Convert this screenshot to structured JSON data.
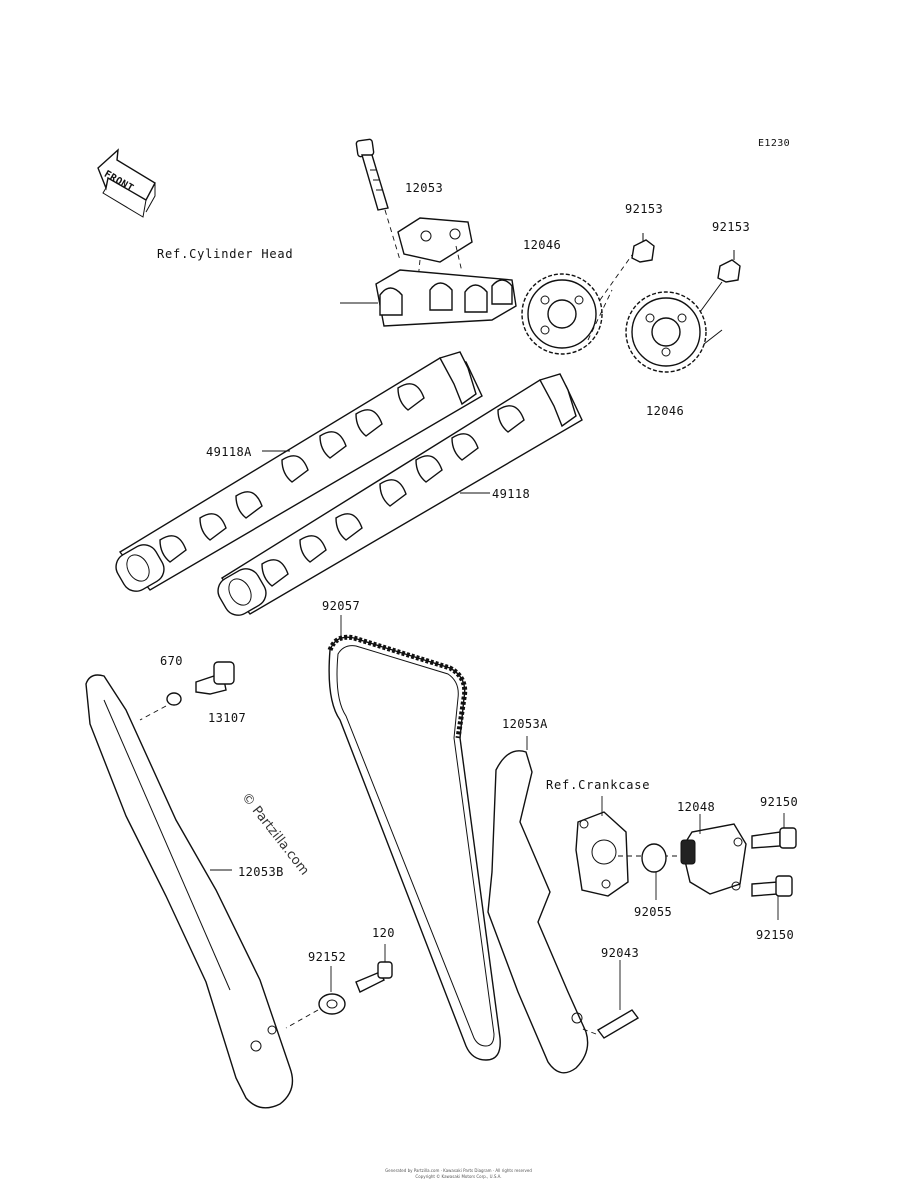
{
  "diagram": {
    "code": "E1230",
    "front_arrow": "FRONT",
    "refs": {
      "cylinder_head": "Ref.Cylinder Head",
      "crankcase": "Ref.Crankcase"
    },
    "parts": {
      "p12053": "12053",
      "p92153_a": "92153",
      "p92153_b": "92153",
      "p12046_a": "12046",
      "p12046_b": "12046",
      "p49118A": "49118A",
      "p49118": "49118",
      "p92057": "92057",
      "p670": "670",
      "p13107": "13107",
      "p12053A": "12053A",
      "p12048": "12048",
      "p92150_a": "92150",
      "p92150_b": "92150",
      "p12053B": "12053B",
      "p92055": "92055",
      "p92043": "92043",
      "p92152": "92152",
      "p120": "120"
    },
    "watermark": "© Partzilla.com",
    "footer_line1": "Generated by Partzilla.com · Kawasaki Parts Diagram · All rights reserved",
    "footer_line2": "Copyright © Kawasaki Motors Corp., U.S.A."
  }
}
